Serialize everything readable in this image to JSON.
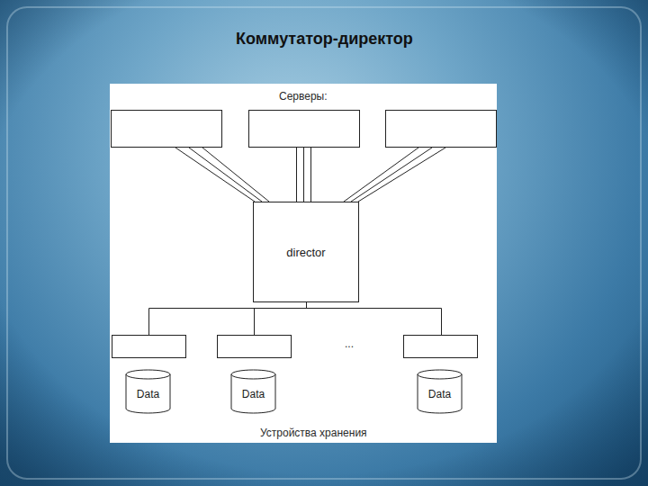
{
  "diagram": {
    "title": "Коммутатор-директор",
    "nodes": [
      {
        "text": [
          "director"
        ]
      },
      {
        "text": [
          "Data"
        ]
      },
      {
        "text": [
          "Data"
        ]
      },
      {
        "text": [
          "Data"
        ]
      }
    ],
    "labels": [
      "Серверы:",
      "...",
      "Устройства хранения"
    ]
  }
}
